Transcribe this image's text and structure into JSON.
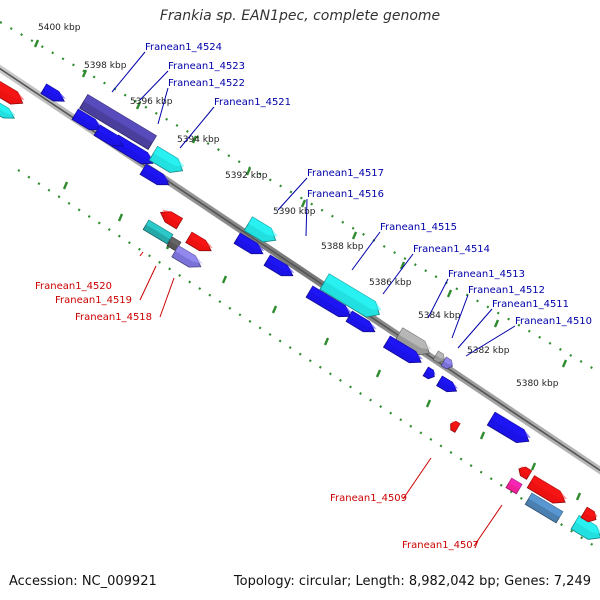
{
  "title": "Frankia sp. EAN1pec, complete genome",
  "footer": {
    "accession": "Accession: NC_009921",
    "summary": "Topology: circular; Length: 8,982,042 bp; Genes: 7,249"
  },
  "colors": {
    "backbone": "#777777",
    "tick": "#2e8b2e",
    "blue": "#1a12e6",
    "cyan": "#23e0e0",
    "red": "#ee1111",
    "purple": "#4b3f9e",
    "lavender": "#7a72d8",
    "grey": "#9a9a9a",
    "teal": "#25a8a8",
    "pink": "#f0209a",
    "steel": "#4a7fb0",
    "label_forward": "#0000aa",
    "label_reverse": "#cc0000"
  },
  "scale_labels": [
    "5400 kbp",
    "5398 kbp",
    "5396 kbp",
    "5394 kbp",
    "5392 kbp",
    "5390 kbp",
    "5388 kbp",
    "5386 kbp",
    "5384 kbp",
    "5382 kbp",
    "5380 kbp"
  ],
  "gene_labels_forward": [
    "Franean1_4524",
    "Franean1_4523",
    "Franean1_4522",
    "Franean1_4521",
    "Franean1_4517",
    "Franean1_4516",
    "Franean1_4515",
    "Franean1_4514",
    "Franean1_4513",
    "Franean1_4512",
    "Franean1_4511",
    "Franean1_4510"
  ],
  "gene_labels_reverse": [
    "Franean1_4520",
    "Franean1_4519",
    "Franean1_4518",
    "Franean1_4509",
    "Franean1_4507"
  ]
}
